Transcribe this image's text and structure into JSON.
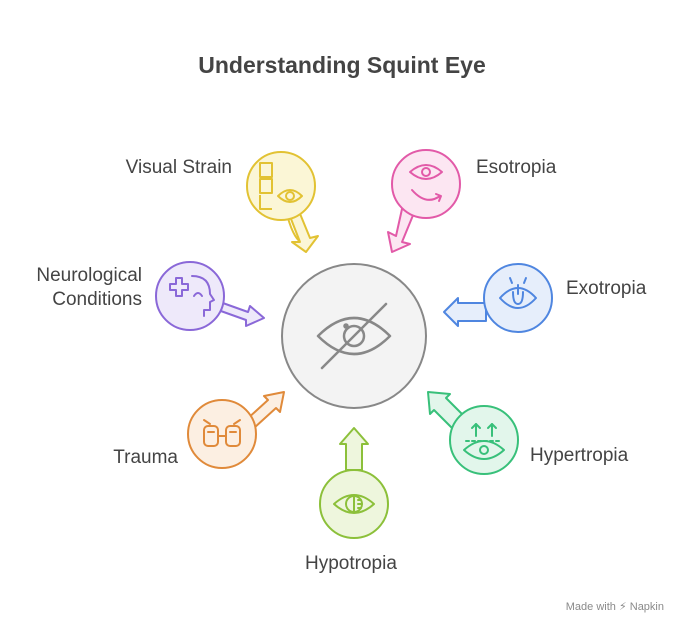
{
  "title": "Understanding Squint Eye",
  "center": {
    "icon": "eye-slash-icon",
    "color": "#888888",
    "fill": "#f3f3f3"
  },
  "categories": [
    {
      "id": "visual-strain",
      "label": "Visual Strain",
      "icon": "eye-document-icon",
      "color": "#e2c233",
      "fill": "#fbf6d6"
    },
    {
      "id": "esotropia",
      "label": "Esotropia",
      "icon": "eye-rotate-icon",
      "color": "#e25aa8",
      "fill": "#fce6f2"
    },
    {
      "id": "exotropia",
      "label": "Exotropia",
      "icon": "eye-outward-icon",
      "color": "#4f86e0",
      "fill": "#e6eefb"
    },
    {
      "id": "hypertropia",
      "label": "Hypertropia",
      "icon": "eye-upward-icon",
      "color": "#38c07a",
      "fill": "#e2f6eb"
    },
    {
      "id": "hypotropia",
      "label": "Hypotropia",
      "icon": "eye-half-icon",
      "color": "#8cc03a",
      "fill": "#eef6dd"
    },
    {
      "id": "trauma",
      "label": "Trauma",
      "icon": "bandage-icon",
      "color": "#e08a3a",
      "fill": "#fcefe2"
    },
    {
      "id": "neurological",
      "label": "Neurological\nConditions",
      "label_lines": [
        "Neurological",
        "Conditions"
      ],
      "icon": "brain-head-icon",
      "color": "#8a68d8",
      "fill": "#eee9fa"
    }
  ],
  "footer": {
    "made_with": "Made with",
    "brand": "Napkin"
  }
}
